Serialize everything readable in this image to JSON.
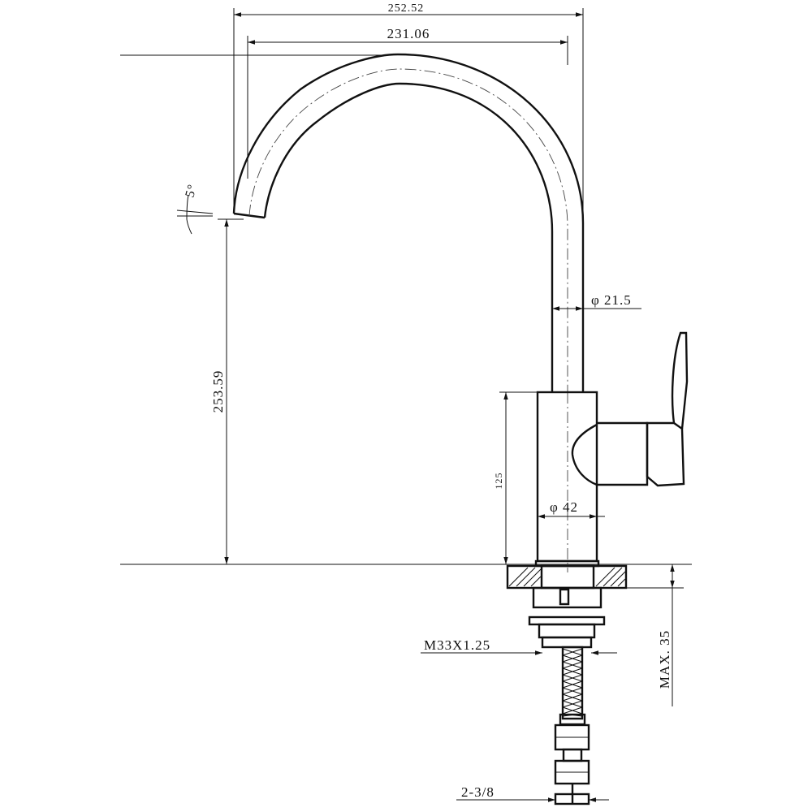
{
  "dimensions": {
    "overall_reach": "252.52",
    "spout_reach": "231.06",
    "spout_angle": "5°",
    "spout_height": "253.59",
    "spout_diameter": "φ 21.5",
    "body_height": "125",
    "body_diameter": "φ 42",
    "thread": "M33X1.25",
    "max_deck_thickness": "MAX. 35",
    "hose_connection": "2-3/8"
  }
}
